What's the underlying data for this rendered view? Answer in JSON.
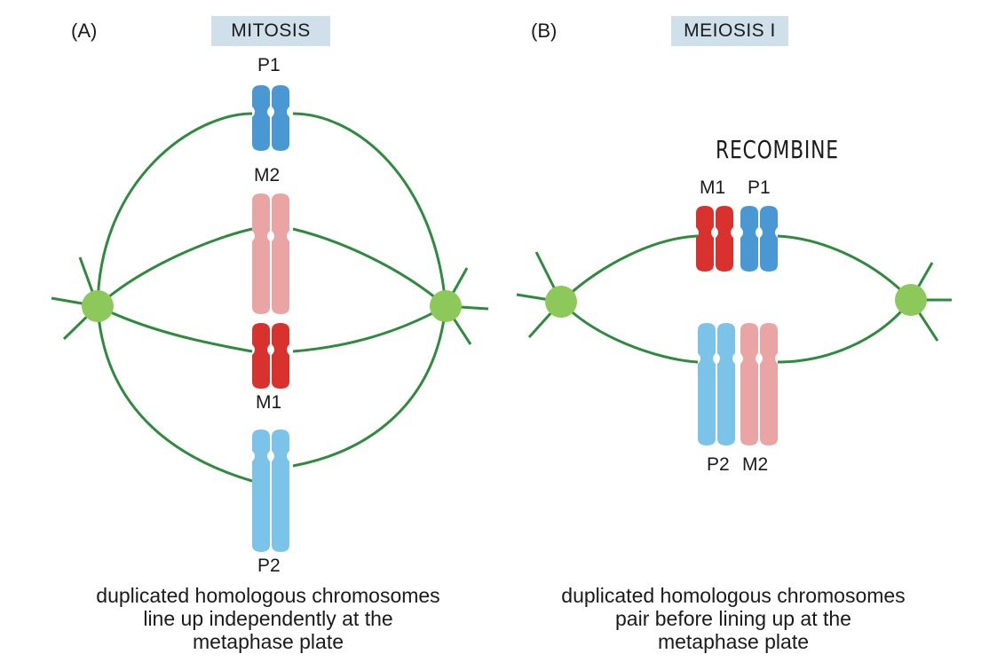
{
  "panel_a": {
    "letter": "(A)",
    "title": "MITOSIS",
    "labels": {
      "p1": "P1",
      "m2": "M2",
      "m1": "M1",
      "p2": "P2"
    },
    "caption": [
      "duplicated homologous chromosomes",
      "line up independently at the",
      "metaphase plate"
    ]
  },
  "panel_b": {
    "letter": "(B)",
    "title": "MEIOSIS I",
    "annotation": "RECOMBINE",
    "labels": {
      "m1": "M1",
      "p1": "P1",
      "p2": "P2",
      "m2": "M2"
    },
    "caption": [
      "duplicated homologous chromosomes",
      "pair before lining up at the",
      "metaphase plate"
    ]
  },
  "colors": {
    "spindle": "#2e8b3e",
    "centrosome": "#8cc85a",
    "paternal_1": "#4a98d3",
    "paternal_2": "#7cc3ea",
    "maternal_1": "#d9312e",
    "maternal_2": "#eba4a4",
    "title_badge": "#cfe0ea"
  }
}
